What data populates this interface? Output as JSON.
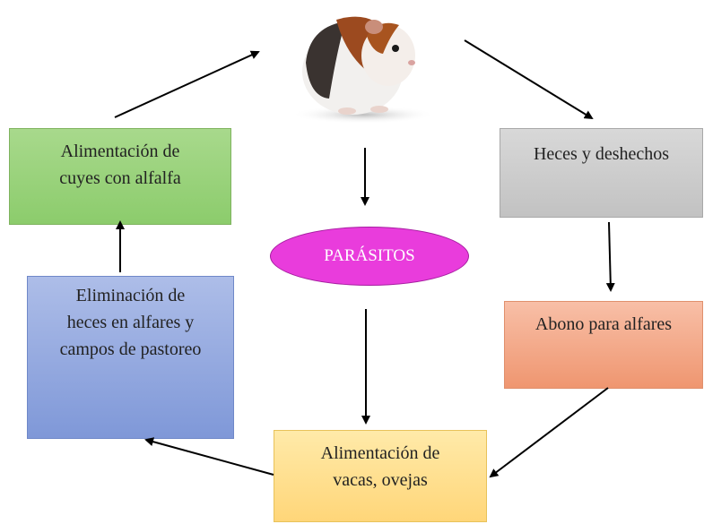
{
  "nodes": {
    "alfalfa_feeding": "Alimentación de\ncuyes con alfalfa",
    "feces": "Heces y deshechos",
    "fertilizer": "Abono para alfares",
    "parasites": "PARÁSITOS",
    "cow_sheep_feeding": "Alimentación de\nvacas, ovejas",
    "elimination": "Eliminación de\nheces en alfares y\ncampos de pastoreo"
  },
  "colors": {
    "green": "#a8d98c",
    "grey": "#d0d0d0",
    "orange": "#f4a888",
    "blue": "#93a9e0",
    "yellow": "#ffe08f",
    "magenta": "#e93cdc",
    "arrow": "#000000"
  },
  "image": {
    "icon": "guinea-pig-photo"
  }
}
